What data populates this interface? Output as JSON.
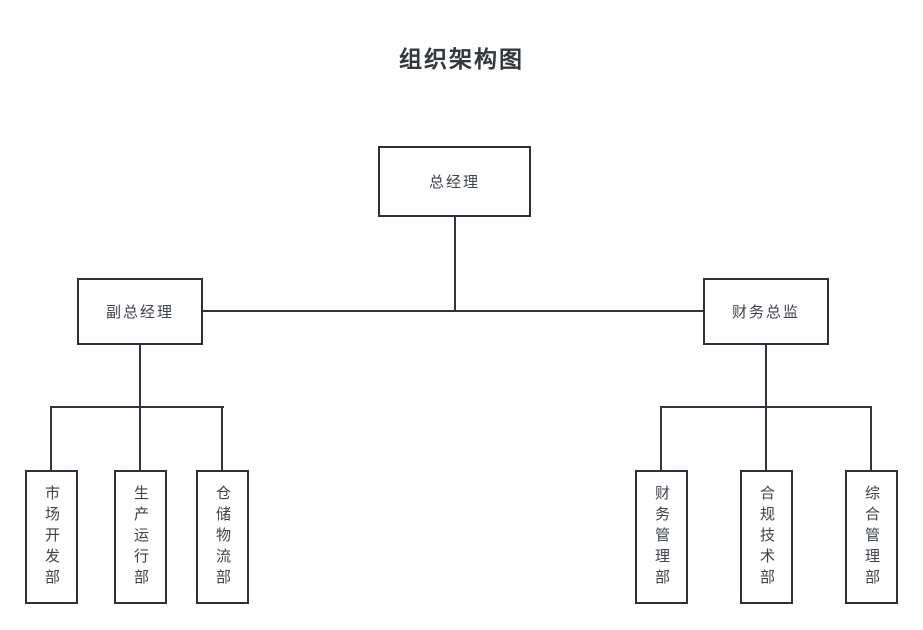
{
  "title": "组织架构图",
  "colors": {
    "page_bg": "#ffffff",
    "box_bg": "#ffffff",
    "border": "#2a313b",
    "line": "#2f353d",
    "text": "#3d434a",
    "title": "#33383f"
  },
  "nodes": {
    "ceo": {
      "label": "总经理"
    },
    "deputy": {
      "label": "副总经理"
    },
    "finance_director": {
      "label": "财务总监"
    },
    "left_children": [
      {
        "label": "市场开发部"
      },
      {
        "label": "生产运行部"
      },
      {
        "label": "仓储物流部"
      }
    ],
    "right_children": [
      {
        "label": "财务管理部"
      },
      {
        "label": "合规技术部"
      },
      {
        "label": "综合管理部"
      }
    ]
  }
}
